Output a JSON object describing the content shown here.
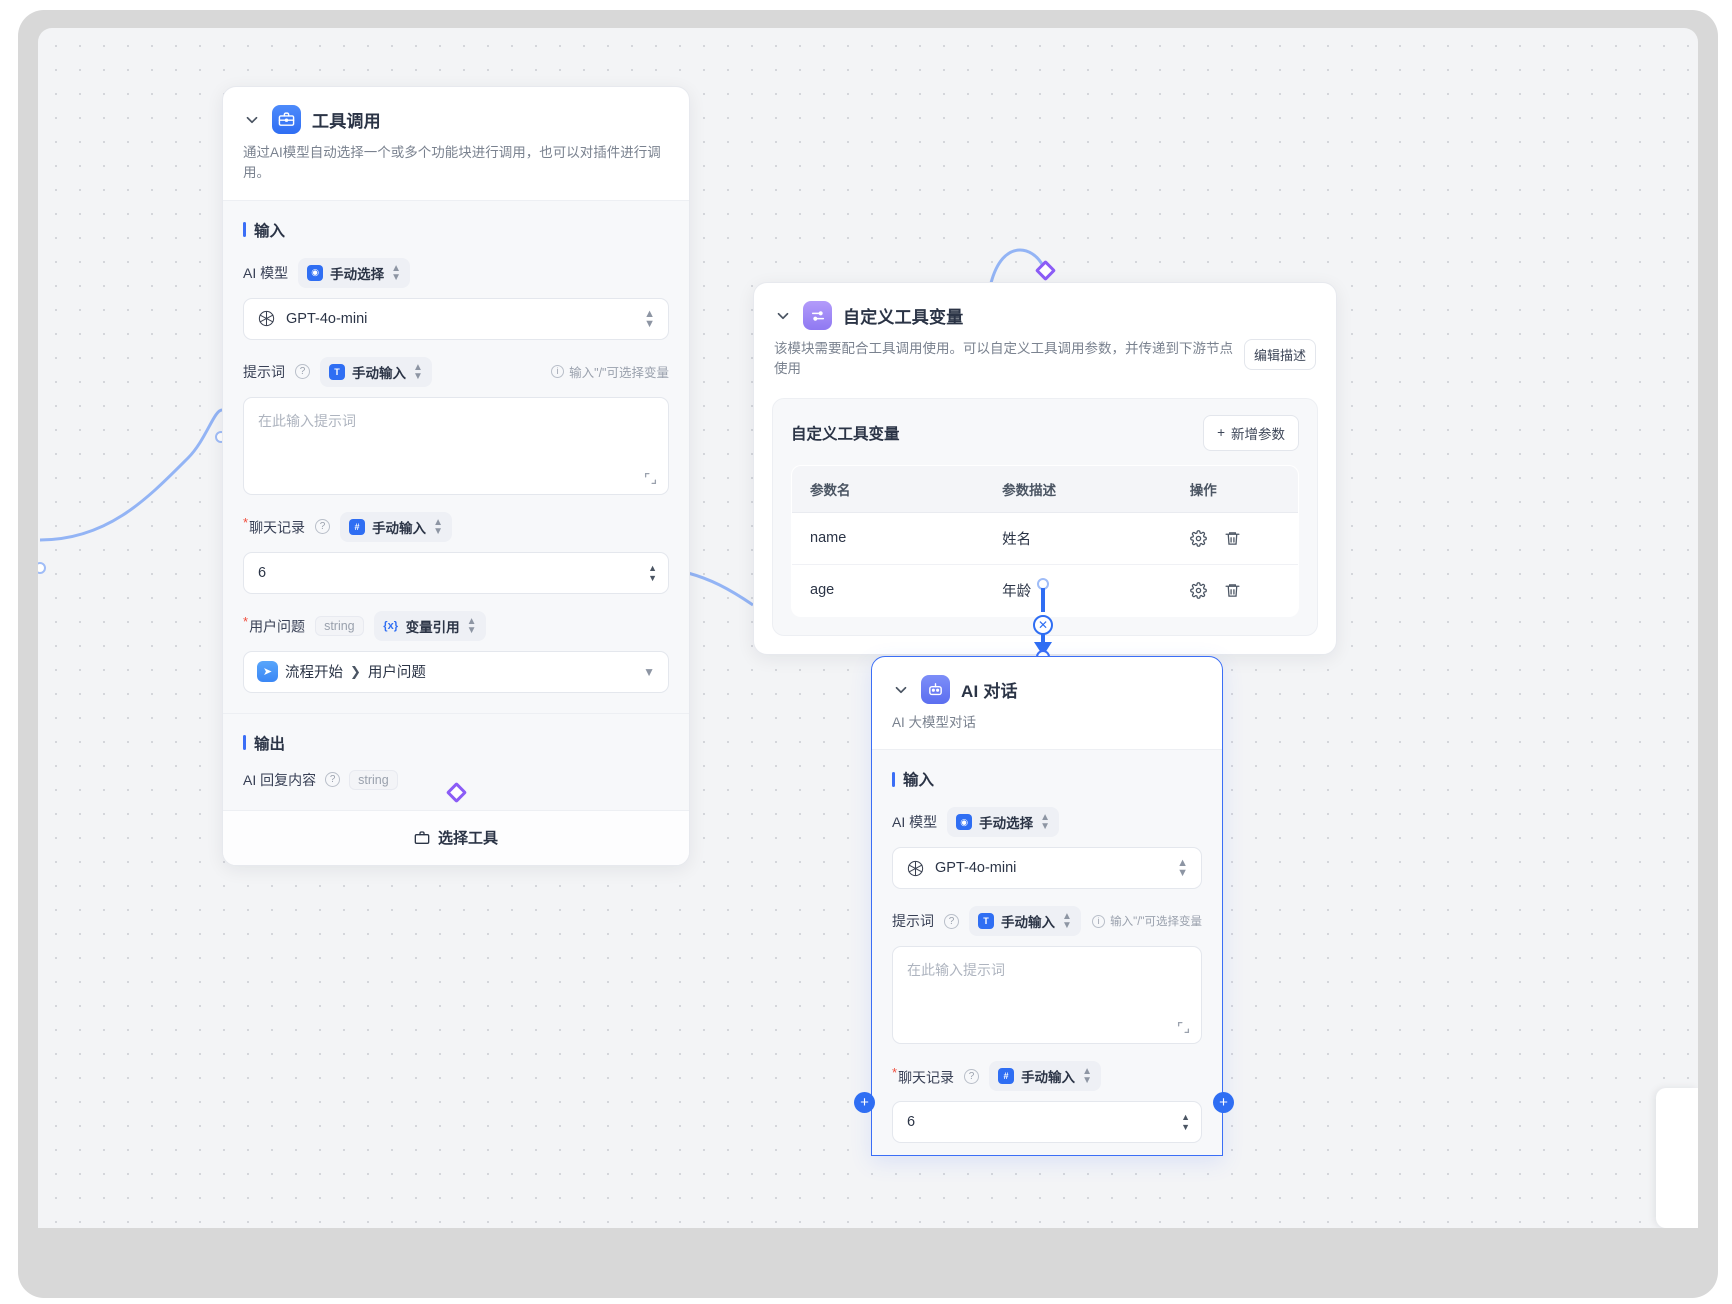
{
  "canvas": {
    "background_color": "#f3f4f6",
    "grid": "dots"
  },
  "nodes": {
    "tool_call": {
      "title": "工具调用",
      "icon": "toolbox-icon",
      "description": "通过AI模型自动选择一个或多个功能块进行调用，也可以对插件进行调用。",
      "input_section_label": "输入",
      "output_section_label": "输出",
      "fields": {
        "model_label": "AI 模型",
        "model_mode": "手动选择",
        "model_value": "GPT-4o-mini",
        "prompt_label": "提示词",
        "prompt_mode": "手动输入",
        "prompt_hint": "输入\"/\"可选择变量",
        "prompt_placeholder": "在此输入提示词",
        "history_label": "聊天记录",
        "history_mode": "手动输入",
        "history_value": "6",
        "question_label": "用户问题",
        "question_type": "string",
        "question_mode": "变量引用",
        "question_ref_node": "流程开始",
        "question_ref_field": "用户问题"
      },
      "output": {
        "label": "AI 回复内容",
        "type": "string"
      },
      "footer_button": "选择工具"
    },
    "tool_vars": {
      "title": "自定义工具变量",
      "icon": "sliders-icon",
      "description": "该模块需要配合工具调用使用。可以自定义工具调用参数，并传递到下游节点使用",
      "edit_desc_button": "编辑描述",
      "panel_title": "自定义工具变量",
      "add_button": "新增参数",
      "table": {
        "columns": [
          "参数名",
          "参数描述",
          "操作"
        ],
        "rows": [
          {
            "name": "name",
            "desc": "姓名",
            "actions": [
              "gear-icon",
              "trash-icon"
            ]
          },
          {
            "name": "age",
            "desc": "年龄",
            "actions": [
              "gear-icon",
              "trash-icon"
            ]
          }
        ]
      }
    },
    "ai_chat": {
      "title": "AI 对话",
      "icon": "robot-icon",
      "description": "AI 大模型对话",
      "selected": true,
      "input_section_label": "输入",
      "fields": {
        "model_label": "AI 模型",
        "model_mode": "手动选择",
        "model_value": "GPT-4o-mini",
        "prompt_label": "提示词",
        "prompt_mode": "手动输入",
        "prompt_hint": "输入\"/\"可选择变量",
        "prompt_placeholder": "在此输入提示词",
        "history_label": "聊天记录",
        "history_mode": "手动输入",
        "history_value": "6"
      }
    }
  },
  "colors": {
    "accent": "#2f6ef3",
    "edge": "#93b4f5",
    "purple": "#8b5cf6",
    "required": "#f04d3c"
  }
}
